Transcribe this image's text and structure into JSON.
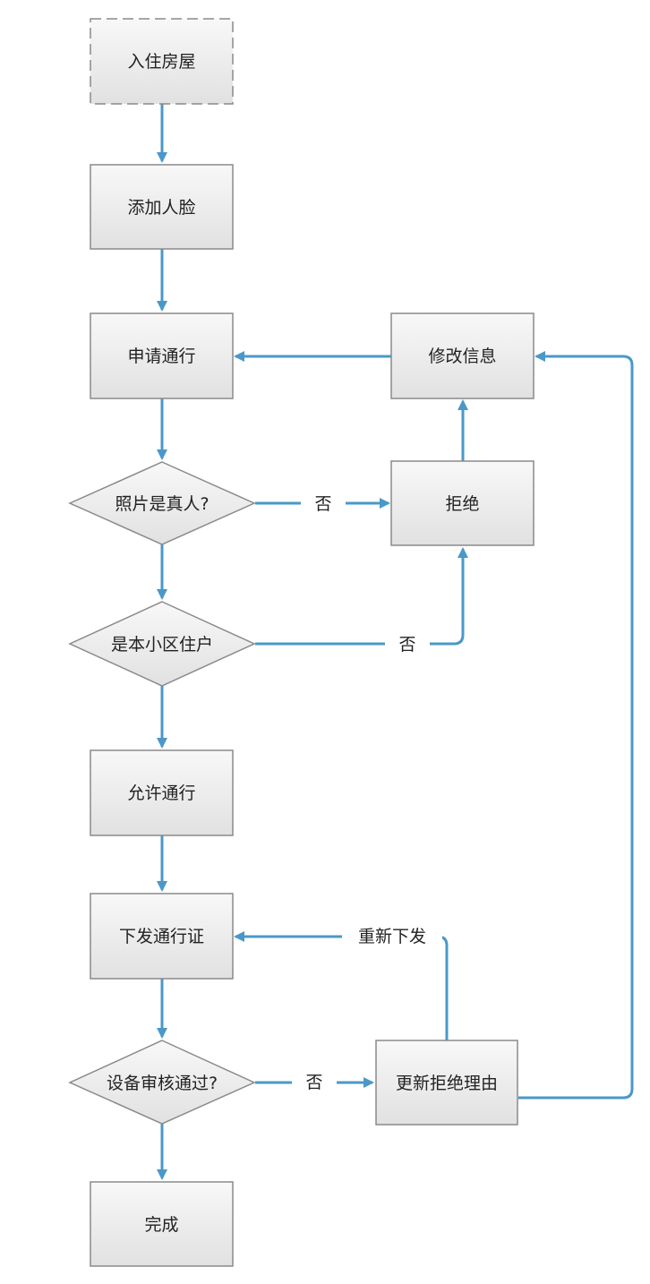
{
  "colors": {
    "connector": "#4a98c9",
    "box_fill_top": "#f7f7f7",
    "box_fill_bottom": "#e2e2e2",
    "box_stroke": "#8a8a8a",
    "text": "#222222"
  },
  "nodes": {
    "move_in": "入住房屋",
    "add_face": "添加人脸",
    "apply_pass": "申请通行",
    "modify_info": "修改信息",
    "is_real_person": "照片是真人?",
    "reject": "拒绝",
    "is_resident": "是本小区住户",
    "allow_pass": "允许通行",
    "issue_pass": "下发通行证",
    "device_review": "设备审核通过?",
    "update_reason": "更新拒绝理由",
    "done": "完成"
  },
  "edge_labels": {
    "no_real_person": "否",
    "no_resident": "否",
    "no_device": "否",
    "reissue": "重新下发"
  }
}
